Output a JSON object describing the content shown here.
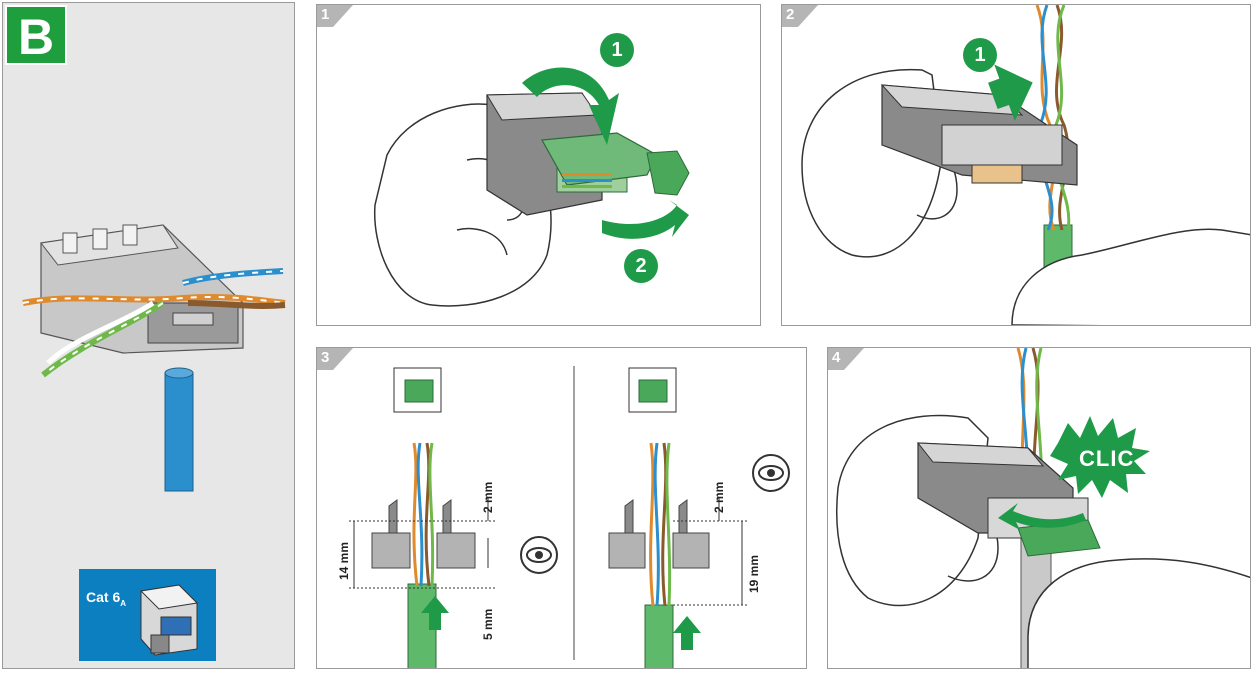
{
  "section_letter": "B",
  "category": {
    "text": "Cat 6",
    "subscript": "A"
  },
  "steps": [
    {
      "number": "1",
      "callouts": [
        "1",
        "2"
      ]
    },
    {
      "number": "2",
      "callouts": [
        "1"
      ]
    },
    {
      "number": "3",
      "dimensions": {
        "left": [
          "2 mm",
          "14 mm",
          "5 mm"
        ],
        "right": [
          "2 mm",
          "19 mm"
        ]
      }
    },
    {
      "number": "4",
      "label": "CLIC"
    }
  ],
  "colors": {
    "green": "#1e9a48",
    "blue_cable": "#2b8fcd",
    "badge_blue": "#0c7fc1",
    "gray_step": "#b5b5b5"
  }
}
